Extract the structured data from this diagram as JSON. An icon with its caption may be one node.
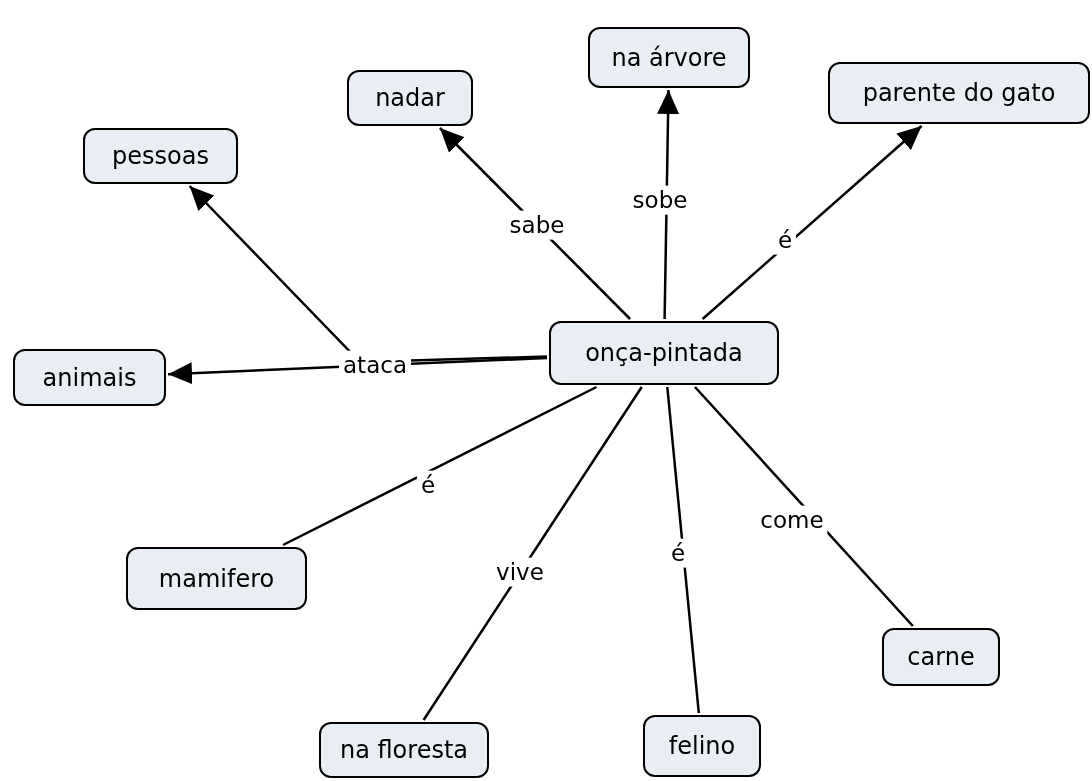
{
  "diagram": {
    "nodes": [
      {
        "text": [
          "onça-pintada"
        ]
      },
      {
        "text": [
          "na árvore"
        ]
      },
      {
        "text": [
          "nadar"
        ]
      },
      {
        "text": [
          "parente do gato"
        ]
      },
      {
        "text": [
          "pessoas"
        ]
      },
      {
        "text": [
          "animais"
        ]
      },
      {
        "text": [
          "mamifero"
        ]
      },
      {
        "text": [
          "na floresta"
        ]
      },
      {
        "text": [
          "felino"
        ]
      },
      {
        "text": [
          "carne"
        ]
      }
    ],
    "edges": [
      {
        "from": 0,
        "to": 1,
        "arrow": "to",
        "label": "sobe"
      },
      {
        "from": 0,
        "to": 2,
        "arrow": "to",
        "label": "sabe"
      },
      {
        "from": 0,
        "to": 3,
        "arrow": "to",
        "label": "é"
      },
      {
        "from": 0,
        "to": 4,
        "arrow": "to"
      },
      {
        "from": 0,
        "to": 5,
        "arrow": "to",
        "label": "ataca"
      },
      {
        "from": 0,
        "to": 6,
        "arrow": "none",
        "label": "é"
      },
      {
        "from": 0,
        "to": 7,
        "arrow": "none",
        "label": "vive"
      },
      {
        "from": 0,
        "to": 8,
        "arrow": "none",
        "label": "é"
      },
      {
        "from": 0,
        "to": 9,
        "arrow": "none",
        "label": "come"
      }
    ]
  }
}
